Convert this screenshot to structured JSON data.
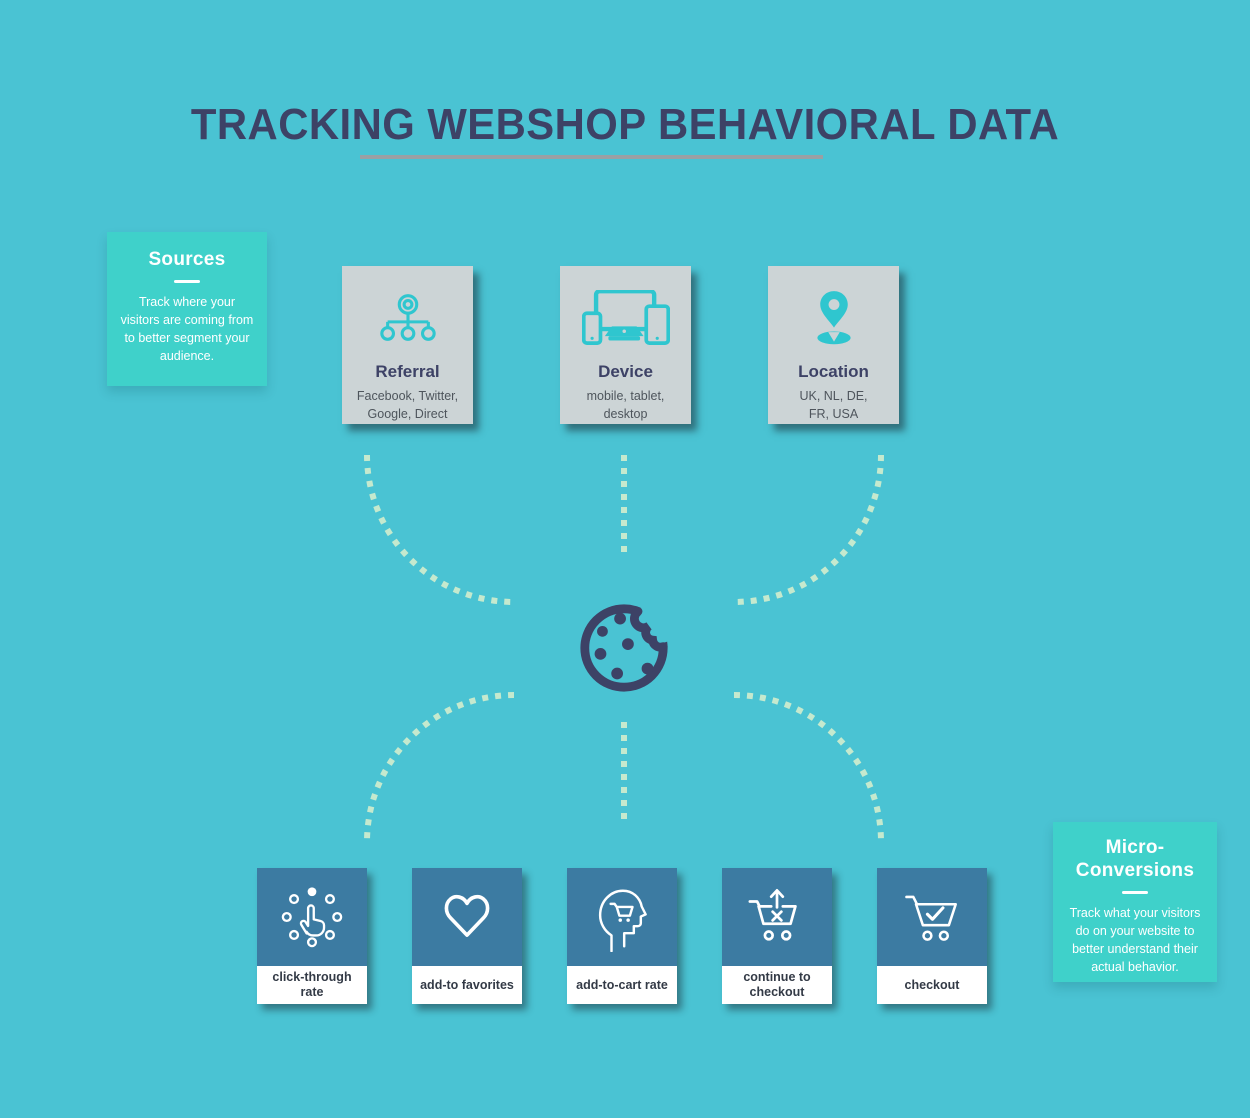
{
  "header": {
    "title": "TRACKING WEBSHOP BEHAVIORAL DATA"
  },
  "sources_panel": {
    "title": "Sources",
    "description": "Track where your visitors are coming from to better segment your audience."
  },
  "micro_panel": {
    "title": "Micro-Conversions",
    "description": "Track what your visitors do on your website to better understand their actual behavior."
  },
  "top_cards": [
    {
      "label": "Referral",
      "sublabel": "Facebook, Twitter, Google, Direct",
      "icon": "network-icon"
    },
    {
      "label": "Device",
      "sublabel": "mobile, tablet, desktop",
      "icon": "devices-icon"
    },
    {
      "label": "Location",
      "sublabel": "UK, NL, DE, FR, USA",
      "icon": "map-pin-icon"
    }
  ],
  "center": {
    "icon": "cookie-icon"
  },
  "bottom_cards": [
    {
      "label": "click-through rate",
      "icon": "pointer-click-icon"
    },
    {
      "label": "add-to favorites",
      "icon": "heart-icon"
    },
    {
      "label": "add-to-cart rate",
      "icon": "head-cart-icon"
    },
    {
      "label": "continue to checkout",
      "icon": "cart-up-arrow-icon"
    },
    {
      "label": "checkout",
      "icon": "cart-check-icon"
    }
  ],
  "colors": {
    "background": "#4ac3d3",
    "panel_teal": "#3fd1ca",
    "card_gray": "#ccd4d6",
    "card_blue": "#3c7ba2",
    "navy": "#3d4266",
    "icon_teal": "#2fc6cf",
    "dotted_mint": "#c5e9ce",
    "underline_gray": "#9aa0a4"
  }
}
